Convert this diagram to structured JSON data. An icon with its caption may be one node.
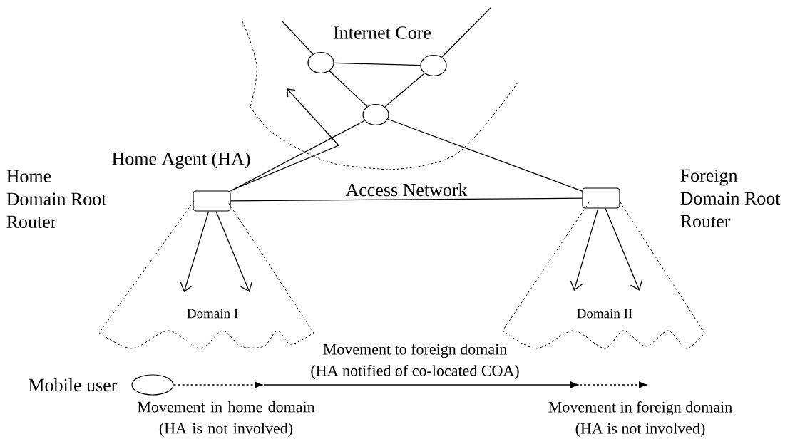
{
  "diagram": {
    "nodes": [
      {
        "text": [],
        "shape": "circle"
      },
      {
        "text": [],
        "shape": "circle"
      },
      {
        "text": [],
        "shape": "circle"
      },
      {
        "text": [],
        "shape": "box",
        "beside": [
          "Home Agent (HA)",
          "Home Domain Root Router"
        ]
      },
      {
        "text": [],
        "shape": "box"
      },
      {
        "text": [],
        "shape": "circle",
        "beside": [
          "Mobile user"
        ]
      },
      {
        "text": [
          "Domain I"
        ]
      },
      {
        "text": [
          "Domain II"
        ]
      }
    ],
    "edges": [
      {
        "from": 0,
        "to": 1,
        "arrow": "none"
      },
      {
        "from": 0,
        "to": 2,
        "arrow": "none"
      },
      {
        "from": 1,
        "to": 2,
        "arrow": "none"
      },
      {
        "from": null,
        "to": 0,
        "arrow": "none"
      },
      {
        "from": null,
        "to": 1,
        "arrow": "none"
      },
      {
        "from": 2,
        "to": 3,
        "arrow": "none"
      },
      {
        "from": 2,
        "to": 4,
        "arrow": "none"
      },
      {
        "from": 3,
        "to": 4,
        "arrow": "none",
        "label": "Access Network"
      },
      {
        "from": 3,
        "to": null,
        "arrow": "to"
      },
      {
        "from": 3,
        "to": 6,
        "arrow": "to"
      },
      {
        "from": 3,
        "to": 6,
        "arrow": "to"
      },
      {
        "from": 4,
        "to": 7,
        "arrow": "to"
      },
      {
        "from": 4,
        "to": 7,
        "arrow": "to"
      },
      {
        "from": 5,
        "to": null,
        "arrow": "to"
      }
    ],
    "labels": [
      "Internet Core",
      "Foreign Domain Root Router",
      "Movement to foreign domain (HA notified of co-located COA)",
      "Movement in home domain (HA is not involved)",
      "Movement in foreign domain (HA is not involved)"
    ]
  }
}
